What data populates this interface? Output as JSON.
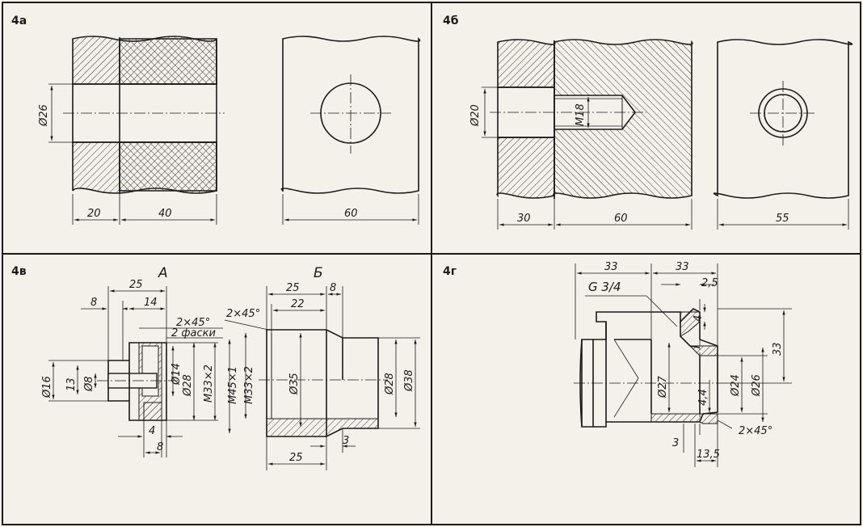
{
  "panels": {
    "a": {
      "label": "4а",
      "dims": {
        "d1": "Ø26",
        "l1": "20",
        "l2": "40",
        "l3": "60"
      }
    },
    "b": {
      "label": "4б",
      "dims": {
        "d1": "Ø20",
        "thread": "M18",
        "l1": "30",
        "l2": "60",
        "l3": "55"
      }
    },
    "v": {
      "label": "4в",
      "view_a": "A",
      "view_b": "Б",
      "dims_a": {
        "len25": "25",
        "len8": "8",
        "len14": "14",
        "chamfer": "2×45°",
        "chamfer_note": "2 фаски",
        "d16": "Ø16",
        "len13": "13",
        "d8": "Ø8",
        "d14": "Ø14",
        "d28": "Ø28",
        "m33": "M33×2",
        "len4": "4",
        "len8b": "8"
      },
      "dims_b": {
        "len25": "25",
        "len8": "8",
        "chamfer": "2×45°",
        "len22": "22",
        "m45": "M45×1",
        "m33": "M33×2",
        "d35": "Ø35",
        "d28": "Ø28",
        "d38": "Ø38",
        "len25b": "25",
        "len3": "3"
      }
    },
    "g": {
      "label": "4г",
      "dims": {
        "len33a": "33",
        "len33b": "33",
        "thread": "G 3/4",
        "len2_5": "2,5",
        "len4": "4",
        "len33v": "33",
        "d27": "Ø27",
        "len4_4": "4,4",
        "d24": "Ø24",
        "d26": "Ø26",
        "chamfer": "2×45°",
        "len3": "3",
        "len13_5": "13,5"
      }
    }
  },
  "colors": {
    "paper": "#f4f1ea",
    "ink": "#1a1a1a",
    "hatch": "#3a3a3a"
  }
}
